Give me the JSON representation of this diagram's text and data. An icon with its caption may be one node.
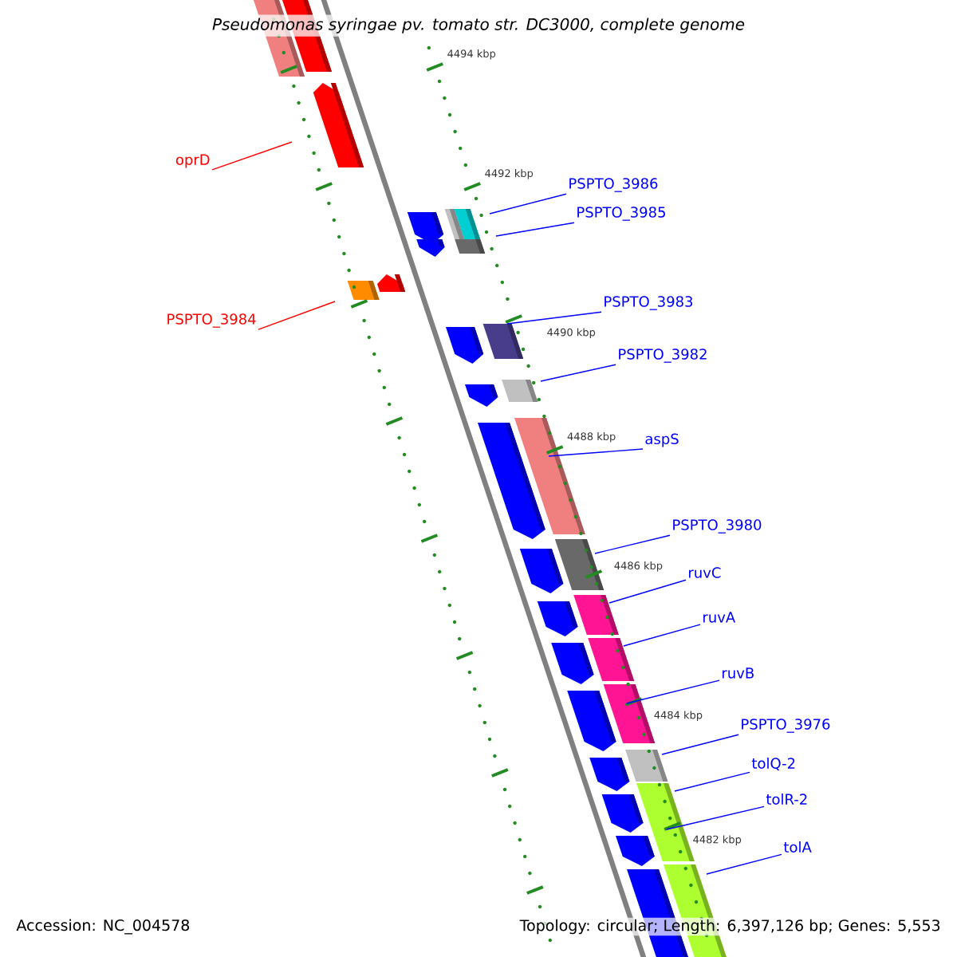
{
  "diagram": {
    "title": "Pseudomonas syringae pv. tomato str. DC3000, complete genome",
    "nodes": [
      {
        "text": [
          "oprD"
        ]
      },
      {
        "text": [
          "PSPTO_3984"
        ]
      },
      {
        "text": [
          "PSPTO_3986"
        ]
      },
      {
        "text": [
          "PSPTO_3985"
        ]
      },
      {
        "text": [
          "PSPTO_3983"
        ]
      },
      {
        "text": [
          "PSPTO_3982"
        ]
      },
      {
        "text": [
          "aspS"
        ]
      },
      {
        "text": [
          "PSPTO_3980"
        ]
      },
      {
        "text": [
          "ruvC"
        ]
      },
      {
        "text": [
          "ruvA"
        ]
      },
      {
        "text": [
          "ruvB"
        ]
      },
      {
        "text": [
          "PSPTO_3976"
        ]
      },
      {
        "text": [
          "tolQ-2"
        ]
      },
      {
        "text": [
          "tolR-2"
        ]
      },
      {
        "text": [
          "tolA"
        ]
      }
    ],
    "edges": [
      {
        "from": 0,
        "to": null,
        "arrow": "none",
        "color": "#ff0000"
      },
      {
        "from": 1,
        "to": null,
        "arrow": "none",
        "color": "#ff0000"
      },
      {
        "from": 2,
        "to": null,
        "arrow": "none"
      },
      {
        "from": 3,
        "to": null,
        "arrow": "none"
      },
      {
        "from": 4,
        "to": null,
        "arrow": "none"
      },
      {
        "from": 5,
        "to": null,
        "arrow": "none"
      },
      {
        "from": 6,
        "to": null,
        "arrow": "none"
      },
      {
        "from": 7,
        "to": null,
        "arrow": "none"
      },
      {
        "from": 8,
        "to": null,
        "arrow": "none"
      },
      {
        "from": 9,
        "to": null,
        "arrow": "none"
      },
      {
        "from": 10,
        "to": null,
        "arrow": "none"
      },
      {
        "from": 11,
        "to": null,
        "arrow": "none"
      },
      {
        "from": 12,
        "to": null,
        "arrow": "none"
      },
      {
        "from": 13,
        "to": null,
        "arrow": "none"
      },
      {
        "from": 14,
        "to": null,
        "arrow": "none"
      }
    ],
    "labels": [
      "4494 kbp",
      "4492 kbp",
      "4490 kbp",
      "4488 kbp",
      "4486 kbp",
      "4484 kbp",
      "4482 kbp",
      "Accession: NC_004578",
      "Topology: circular; Length: 6,397,126 bp; Genes: 5,553"
    ]
  }
}
